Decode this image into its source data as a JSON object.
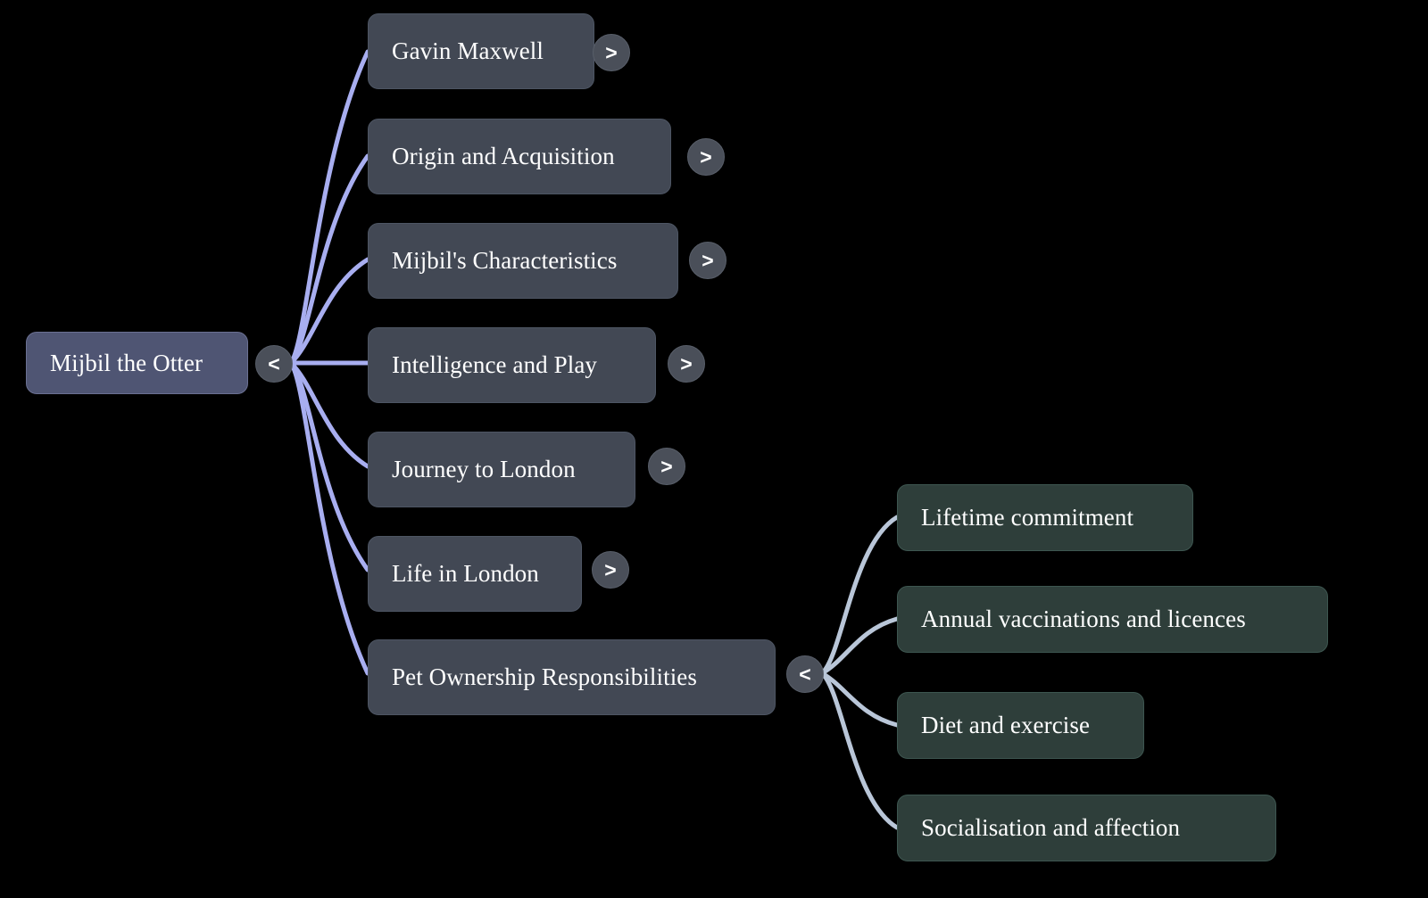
{
  "diagram": {
    "type": "mindmap",
    "title": "Mijbil the Otter",
    "background_color": "#000000",
    "edge_color_primary": "#a8aef0",
    "edge_color_secondary": "#b9c6d8",
    "root_fill": "#4f5573",
    "branch_fill": "#424854",
    "leaf_fill": "#2e3e3a",
    "toggle_fill": "#4a4f59"
  },
  "root": {
    "label": "Mijbil the Otter",
    "toggle": "<",
    "toggle_state": "expanded"
  },
  "branches": [
    {
      "label": "Gavin Maxwell",
      "toggle": ">",
      "toggle_state": "collapsed"
    },
    {
      "label": "Origin and Acquisition",
      "toggle": ">",
      "toggle_state": "collapsed"
    },
    {
      "label": "Mijbil's Characteristics",
      "toggle": ">",
      "toggle_state": "collapsed"
    },
    {
      "label": "Intelligence and Play",
      "toggle": ">",
      "toggle_state": "collapsed"
    },
    {
      "label": "Journey to London",
      "toggle": ">",
      "toggle_state": "collapsed"
    },
    {
      "label": "Life in London",
      "toggle": ">",
      "toggle_state": "collapsed"
    },
    {
      "label": "Pet Ownership Responsibilities",
      "toggle": "<",
      "toggle_state": "expanded"
    }
  ],
  "leaves": [
    {
      "label": "Lifetime commitment"
    },
    {
      "label": "Annual vaccinations and licences"
    },
    {
      "label": "Diet and exercise"
    },
    {
      "label": "Socialisation and affection"
    }
  ]
}
